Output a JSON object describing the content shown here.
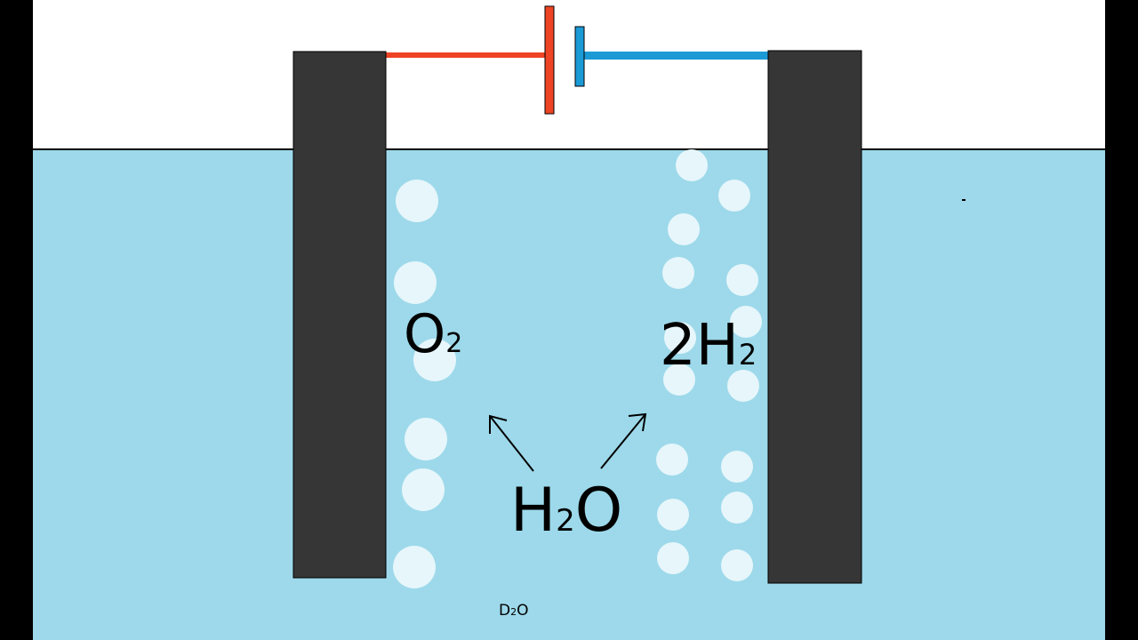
{
  "labels": {
    "oxygen": {
      "base": "O",
      "sub": "2"
    },
    "hydrogen": {
      "coef": "2",
      "base": "H",
      "sub": "2"
    },
    "water": {
      "base1": "H",
      "sub": "2",
      "base2": "O"
    },
    "heavy_water": {
      "base1": "D",
      "sub": "2",
      "base2": "O"
    }
  },
  "colors": {
    "background_frame": "#000000",
    "air": "#FFFFFF",
    "water": "#9DD9EA",
    "electrode": "#363636",
    "bubble": "#E6F6FB",
    "positive_wire": "#EE4324",
    "negative_wire": "#1B9AD6",
    "arrow": "#000000",
    "text": "#000000"
  }
}
